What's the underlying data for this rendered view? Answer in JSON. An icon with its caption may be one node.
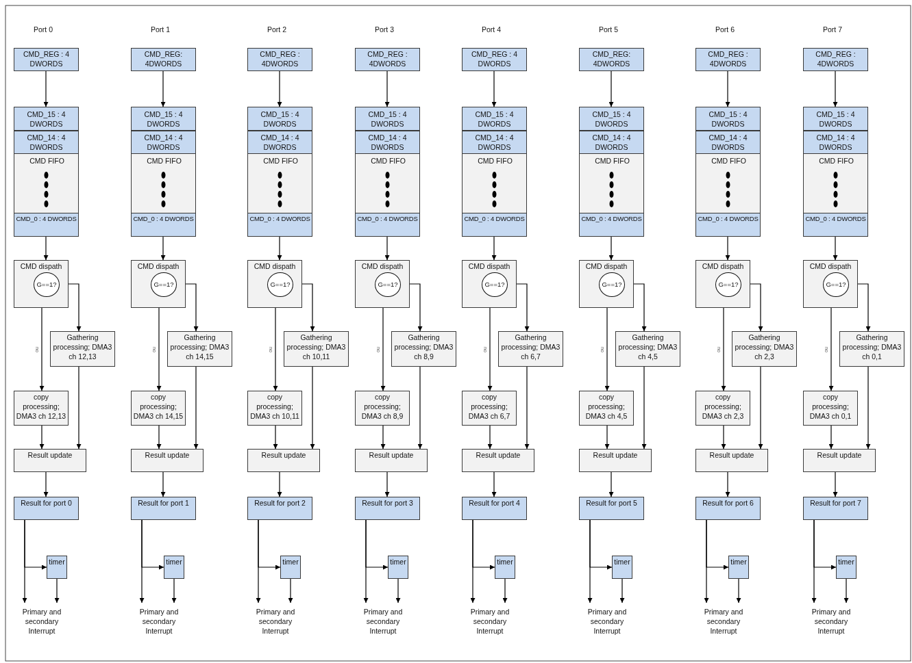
{
  "diagram": {
    "nodes": [
      {
        "text": [
          "CMD_REG : 4 DWORDS"
        ]
      },
      {
        "text": [
          "CMD FIFO"
        ]
      },
      {
        "text": [
          "CMD_15 : 4 DWORDS"
        ],
        "in": 1
      },
      {
        "text": [
          "CMD_14 : 4 DWORDS"
        ],
        "in": 1
      },
      {
        "text": [
          "CMD_0 : 4 DWORDS"
        ],
        "in": 1
      },
      {
        "text": [
          "CMD dispath"
        ]
      },
      {
        "text": [
          "G==1?"
        ],
        "in": 5
      },
      {
        "text": [
          "Gathering processing; DMA3 ch 12,13"
        ]
      },
      {
        "text": [
          "copy processing; DMA3 ch 12,13"
        ]
      },
      {
        "text": [
          "Result update"
        ]
      },
      {
        "text": [
          "Result for port 0"
        ]
      },
      {
        "text": [
          "timer"
        ]
      },
      {
        "text": [
          "Primary and secondary Interrupt"
        ]
      },
      {
        "text": [
          "CMD_REG: 4DWORDS"
        ]
      },
      {
        "text": [
          "CMD FIFO"
        ]
      },
      {
        "text": [
          "CMD_15 : 4 DWORDS"
        ],
        "in": 14
      },
      {
        "text": [
          "CMD_14 : 4 DWORDS"
        ],
        "in": 14
      },
      {
        "text": [
          "CMD_0 : 4 DWORDS"
        ],
        "in": 14
      },
      {
        "text": [
          "CMD dispath"
        ]
      },
      {
        "text": [
          "G==1?"
        ],
        "in": 18
      },
      {
        "text": [
          "Gathering processing; DMA3 ch 14,15"
        ]
      },
      {
        "text": [
          "copy processing; DMA3 ch 14,15"
        ]
      },
      {
        "text": [
          "Result update"
        ]
      },
      {
        "text": [
          "Result for port 1"
        ]
      },
      {
        "text": [
          "timer"
        ]
      },
      {
        "text": [
          "Primary and secondary Interrupt"
        ]
      },
      {
        "text": [
          "CMD_REG : 4DWORDS"
        ]
      },
      {
        "text": [
          "CMD FIFO"
        ]
      },
      {
        "text": [
          "CMD_15 : 4 DWORDS"
        ],
        "in": 27
      },
      {
        "text": [
          "CMD_14 : 4 DWORDS"
        ],
        "in": 27
      },
      {
        "text": [
          "CMD_0 : 4 DWORDS"
        ],
        "in": 27
      },
      {
        "text": [
          "CMD dispath"
        ]
      },
      {
        "text": [
          "G==1?"
        ],
        "in": 31
      },
      {
        "text": [
          "Gathering processing; DMA3 ch 10,11"
        ]
      },
      {
        "text": [
          "copy processing; DMA3 ch 10,11"
        ]
      },
      {
        "text": [
          "Result update"
        ]
      },
      {
        "text": [
          "Result for port 2"
        ]
      },
      {
        "text": [
          "timer"
        ]
      },
      {
        "text": [
          "Primary and secondary Interrupt"
        ]
      },
      {
        "text": [
          "CMD_REG : 4DWORDS"
        ]
      },
      {
        "text": [
          "CMD FIFO"
        ]
      },
      {
        "text": [
          "CMD_15 : 4 DWORDS"
        ],
        "in": 40
      },
      {
        "text": [
          "CMD_14 : 4 DWORDS"
        ],
        "in": 40
      },
      {
        "text": [
          "CMD_0 : 4 DWORDS"
        ],
        "in": 40
      },
      {
        "text": [
          "CMD dispath"
        ]
      },
      {
        "text": [
          "G==1?"
        ],
        "in": 44
      },
      {
        "text": [
          "Gathering processing; DMA3 ch 8,9"
        ]
      },
      {
        "text": [
          "copy processing; DMA3 ch 8,9"
        ]
      },
      {
        "text": [
          "Result update"
        ]
      },
      {
        "text": [
          "Result for port 3"
        ]
      },
      {
        "text": [
          "timer"
        ]
      },
      {
        "text": [
          "Primary and secondary Interrupt"
        ]
      },
      {
        "text": [
          "CMD_REG : 4 DWORDS"
        ]
      },
      {
        "text": [
          "CMD FIFO"
        ]
      },
      {
        "text": [
          "CMD_15 : 4 DWORDS"
        ],
        "in": 53
      },
      {
        "text": [
          "CMD_14 : 4 DWORDS"
        ],
        "in": 53
      },
      {
        "text": [
          "CMD_0 : 4 DWORDS"
        ],
        "in": 53
      },
      {
        "text": [
          "CMD dispath"
        ]
      },
      {
        "text": [
          "G==1?"
        ],
        "in": 57
      },
      {
        "text": [
          "Gathering processing; DMA3 ch 6,7"
        ]
      },
      {
        "text": [
          "copy processing; DMA3 ch 6,7"
        ]
      },
      {
        "text": [
          "Result update"
        ]
      },
      {
        "text": [
          "Result for port 4"
        ]
      },
      {
        "text": [
          "timer"
        ]
      },
      {
        "text": [
          "Primary and secondary Interrupt"
        ]
      },
      {
        "text": [
          "CMD_REG: 4DWORDS"
        ]
      },
      {
        "text": [
          "CMD FIFO"
        ]
      },
      {
        "text": [
          "CMD_15 : 4 DWORDS"
        ],
        "in": 66
      },
      {
        "text": [
          "CMD_14 : 4 DWORDS"
        ],
        "in": 66
      },
      {
        "text": [
          "CMD_0 : 4 DWORDS"
        ],
        "in": 66
      },
      {
        "text": [
          "CMD dispath"
        ]
      },
      {
        "text": [
          "G==1?"
        ],
        "in": 70
      },
      {
        "text": [
          "Gathering processing; DMA3 ch 4,5"
        ]
      },
      {
        "text": [
          "copy processing; DMA3 ch 4,5"
        ]
      },
      {
        "text": [
          "Result update"
        ]
      },
      {
        "text": [
          "Result for port 5"
        ]
      },
      {
        "text": [
          "timer"
        ]
      },
      {
        "text": [
          "Primary and secondary Interrupt"
        ]
      },
      {
        "text": [
          "CMD_REG : 4DWORDS"
        ]
      },
      {
        "text": [
          "CMD FIFO"
        ]
      },
      {
        "text": [
          "CMD_15 : 4 DWORDS"
        ],
        "in": 79
      },
      {
        "text": [
          "CMD_14 : 4 DWORDS"
        ],
        "in": 79
      },
      {
        "text": [
          "CMD_0 : 4 DWORDS"
        ],
        "in": 79
      },
      {
        "text": [
          "CMD dispath"
        ]
      },
      {
        "text": [
          "G==1?"
        ],
        "in": 83
      },
      {
        "text": [
          "Gathering processing; DMA3 ch 2,3"
        ]
      },
      {
        "text": [
          "copy processing; DMA3 ch 2,3"
        ]
      },
      {
        "text": [
          "Result update"
        ]
      },
      {
        "text": [
          "Result for port 6"
        ]
      },
      {
        "text": [
          "timer"
        ]
      },
      {
        "text": [
          "Primary and secondary Interrupt"
        ]
      },
      {
        "text": [
          "CMD_REG : 4DWORDS"
        ]
      },
      {
        "text": [
          "CMD FIFO"
        ]
      },
      {
        "text": [
          "CMD_15 : 4 DWORDS"
        ],
        "in": 92
      },
      {
        "text": [
          "CMD_14 : 4 DWORDS"
        ],
        "in": 92
      },
      {
        "text": [
          "CMD_0 : 4 DWORDS"
        ],
        "in": 92
      },
      {
        "text": [
          "CMD dispath"
        ]
      },
      {
        "text": [
          "G==1?"
        ],
        "in": 96
      },
      {
        "text": [
          "Gathering processing; DMA3 ch 0,1"
        ]
      },
      {
        "text": [
          "copy processing; DMA3 ch 0,1"
        ]
      },
      {
        "text": [
          "Result update"
        ]
      },
      {
        "text": [
          "Result for port 7"
        ]
      },
      {
        "text": [
          "timer"
        ]
      },
      {
        "text": [
          "Primary and secondary Interrupt"
        ]
      }
    ],
    "edges": [
      {
        "from": 0,
        "to": 1,
        "arrow": "to"
      },
      {
        "from": 1,
        "to": 5,
        "arrow": "to"
      },
      {
        "from": 6,
        "to": 7,
        "arrow": "to"
      },
      {
        "from": 5,
        "to": 8,
        "arrow": "to",
        "label": "no"
      },
      {
        "from": 8,
        "to": 9,
        "arrow": "to"
      },
      {
        "from": 7,
        "to": 9,
        "arrow": "to"
      },
      {
        "from": 9,
        "to": 10,
        "arrow": "to"
      },
      {
        "from": 10,
        "to": 12,
        "arrow": "to"
      },
      {
        "from": 10,
        "to": 11,
        "arrow": "to"
      },
      {
        "from": 11,
        "to": 12,
        "arrow": "to"
      },
      {
        "from": 13,
        "to": 14,
        "arrow": "to"
      },
      {
        "from": 14,
        "to": 18,
        "arrow": "to"
      },
      {
        "from": 19,
        "to": 20,
        "arrow": "to"
      },
      {
        "from": 18,
        "to": 21,
        "arrow": "to",
        "label": "no"
      },
      {
        "from": 21,
        "to": 22,
        "arrow": "to"
      },
      {
        "from": 20,
        "to": 22,
        "arrow": "to"
      },
      {
        "from": 22,
        "to": 23,
        "arrow": "to"
      },
      {
        "from": 23,
        "to": 25,
        "arrow": "to"
      },
      {
        "from": 23,
        "to": 24,
        "arrow": "to"
      },
      {
        "from": 24,
        "to": 25,
        "arrow": "to"
      },
      {
        "from": 26,
        "to": 27,
        "arrow": "to"
      },
      {
        "from": 27,
        "to": 31,
        "arrow": "to"
      },
      {
        "from": 32,
        "to": 33,
        "arrow": "to"
      },
      {
        "from": 31,
        "to": 34,
        "arrow": "to",
        "label": "no"
      },
      {
        "from": 34,
        "to": 35,
        "arrow": "to"
      },
      {
        "from": 33,
        "to": 35,
        "arrow": "to"
      },
      {
        "from": 35,
        "to": 36,
        "arrow": "to"
      },
      {
        "from": 36,
        "to": 38,
        "arrow": "to"
      },
      {
        "from": 36,
        "to": 37,
        "arrow": "to"
      },
      {
        "from": 37,
        "to": 38,
        "arrow": "to"
      },
      {
        "from": 39,
        "to": 40,
        "arrow": "to"
      },
      {
        "from": 40,
        "to": 44,
        "arrow": "to"
      },
      {
        "from": 45,
        "to": 46,
        "arrow": "to"
      },
      {
        "from": 44,
        "to": 47,
        "arrow": "to",
        "label": "no"
      },
      {
        "from": 47,
        "to": 48,
        "arrow": "to"
      },
      {
        "from": 46,
        "to": 48,
        "arrow": "to"
      },
      {
        "from": 48,
        "to": 49,
        "arrow": "to"
      },
      {
        "from": 49,
        "to": 51,
        "arrow": "to"
      },
      {
        "from": 49,
        "to": 50,
        "arrow": "to"
      },
      {
        "from": 50,
        "to": 51,
        "arrow": "to"
      },
      {
        "from": 52,
        "to": 53,
        "arrow": "to"
      },
      {
        "from": 53,
        "to": 57,
        "arrow": "to"
      },
      {
        "from": 58,
        "to": 59,
        "arrow": "to"
      },
      {
        "from": 57,
        "to": 60,
        "arrow": "to",
        "label": "no"
      },
      {
        "from": 60,
        "to": 61,
        "arrow": "to"
      },
      {
        "from": 59,
        "to": 61,
        "arrow": "to"
      },
      {
        "from": 61,
        "to": 62,
        "arrow": "to"
      },
      {
        "from": 62,
        "to": 64,
        "arrow": "to"
      },
      {
        "from": 62,
        "to": 63,
        "arrow": "to"
      },
      {
        "from": 63,
        "to": 64,
        "arrow": "to"
      },
      {
        "from": 65,
        "to": 66,
        "arrow": "to"
      },
      {
        "from": 66,
        "to": 70,
        "arrow": "to"
      },
      {
        "from": 71,
        "to": 72,
        "arrow": "to"
      },
      {
        "from": 70,
        "to": 73,
        "arrow": "to",
        "label": "no"
      },
      {
        "from": 73,
        "to": 74,
        "arrow": "to"
      },
      {
        "from": 72,
        "to": 74,
        "arrow": "to"
      },
      {
        "from": 74,
        "to": 75,
        "arrow": "to"
      },
      {
        "from": 75,
        "to": 77,
        "arrow": "to"
      },
      {
        "from": 75,
        "to": 76,
        "arrow": "to"
      },
      {
        "from": 76,
        "to": 77,
        "arrow": "to"
      },
      {
        "from": 78,
        "to": 79,
        "arrow": "to"
      },
      {
        "from": 79,
        "to": 83,
        "arrow": "to"
      },
      {
        "from": 84,
        "to": 85,
        "arrow": "to"
      },
      {
        "from": 83,
        "to": 86,
        "arrow": "to",
        "label": "no"
      },
      {
        "from": 86,
        "to": 87,
        "arrow": "to"
      },
      {
        "from": 85,
        "to": 87,
        "arrow": "to"
      },
      {
        "from": 87,
        "to": 88,
        "arrow": "to"
      },
      {
        "from": 88,
        "to": 90,
        "arrow": "to"
      },
      {
        "from": 88,
        "to": 89,
        "arrow": "to"
      },
      {
        "from": 89,
        "to": 90,
        "arrow": "to"
      },
      {
        "from": 91,
        "to": 92,
        "arrow": "to"
      },
      {
        "from": 92,
        "to": 96,
        "arrow": "to"
      },
      {
        "from": 97,
        "to": 98,
        "arrow": "to"
      },
      {
        "from": 96,
        "to": 99,
        "arrow": "to",
        "label": "no"
      },
      {
        "from": 99,
        "to": 100,
        "arrow": "to"
      },
      {
        "from": 98,
        "to": 100,
        "arrow": "to"
      },
      {
        "from": 100,
        "to": 101,
        "arrow": "to"
      },
      {
        "from": 101,
        "to": 103,
        "arrow": "to"
      },
      {
        "from": 101,
        "to": 102,
        "arrow": "to"
      },
      {
        "from": 102,
        "to": 103,
        "arrow": "to"
      }
    ],
    "labels": [
      "Port 0",
      "Port 1",
      "Port 2",
      "Port 3",
      "Port 4",
      "Port 5",
      "Port 6",
      "Port 7"
    ]
  }
}
